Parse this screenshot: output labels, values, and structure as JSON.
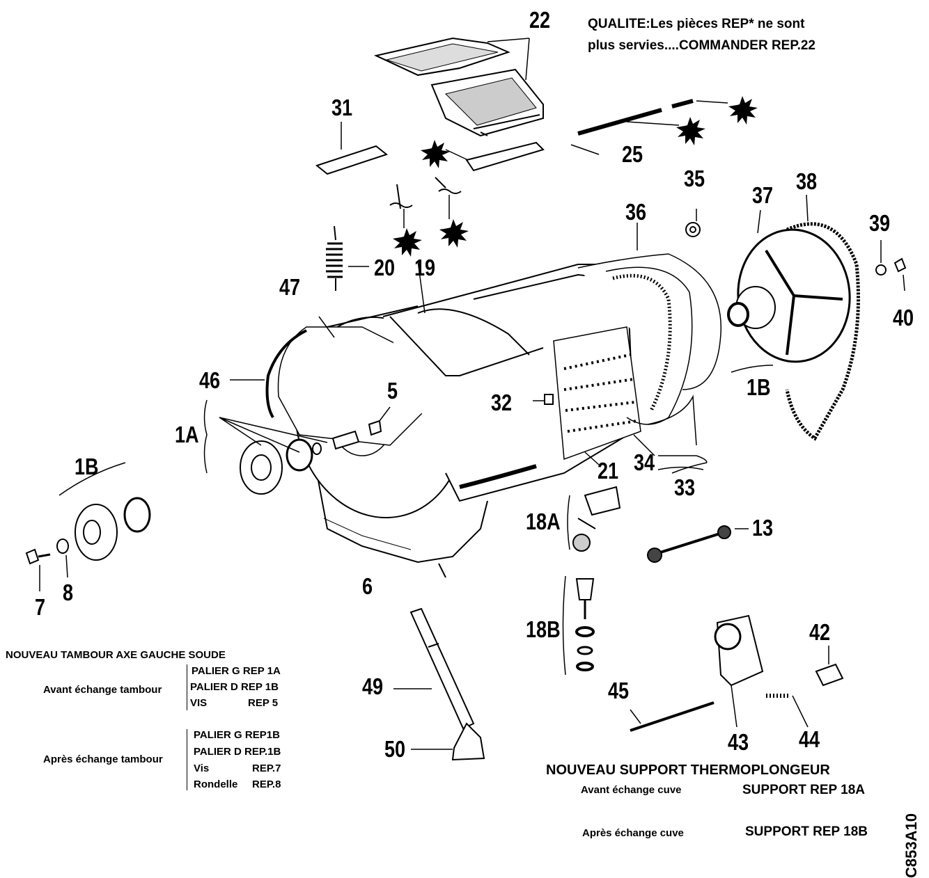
{
  "header_note": {
    "line1": "QUALITE:Les pièces REP* ne sont",
    "line2": "plus servies....COMMANDER REP.22"
  },
  "labels": {
    "l22": "22",
    "l31": "31",
    "l25": "25",
    "l35": "35",
    "l36": "36",
    "l37": "37",
    "l38": "38",
    "l39": "39",
    "l40": "40",
    "l20": "20",
    "l19": "19",
    "l47": "47",
    "l46": "46",
    "l1A": "1A",
    "l5": "5",
    "l32": "32",
    "l1B_right": "1B",
    "l1B_left": "1B",
    "l21": "21",
    "l34": "34",
    "l33": "33",
    "l18A": "18A",
    "l13": "13",
    "l7": "7",
    "l8": "8",
    "l6": "6",
    "l18B": "18B",
    "l42": "42",
    "l49": "49",
    "l45": "45",
    "l50": "50",
    "l43": "43",
    "l44": "44"
  },
  "drum_note": {
    "title": "NOUVEAU TAMBOUR AXE GAUCHE SOUDE",
    "before": {
      "label": "Avant échange tambour",
      "rows": [
        {
          "part": "PALIER G REP 1A",
          "ref": ""
        },
        {
          "part": "PALIER D REP 1B",
          "ref": ""
        },
        {
          "part": "VIS",
          "ref": "REP 5"
        }
      ]
    },
    "after": {
      "label": "Après échange tambour",
      "rows": [
        {
          "part": "PALIER G REP1B",
          "ref": ""
        },
        {
          "part": "PALIER D REP.1B",
          "ref": ""
        },
        {
          "part": "Vis",
          "ref": "REP.7"
        },
        {
          "part": "Rondelle",
          "ref": "REP.8"
        }
      ]
    }
  },
  "support_note": {
    "title": "NOUVEAU SUPPORT THERMOPLONGEUR",
    "before_label": "Avant échange cuve",
    "before_value": "SUPPORT REP 18A",
    "after_label": "Après échange cuve",
    "after_value": "SUPPORT REP 18B"
  },
  "doc_code": "C853A10",
  "icons": [
    "star-marker-icon"
  ]
}
